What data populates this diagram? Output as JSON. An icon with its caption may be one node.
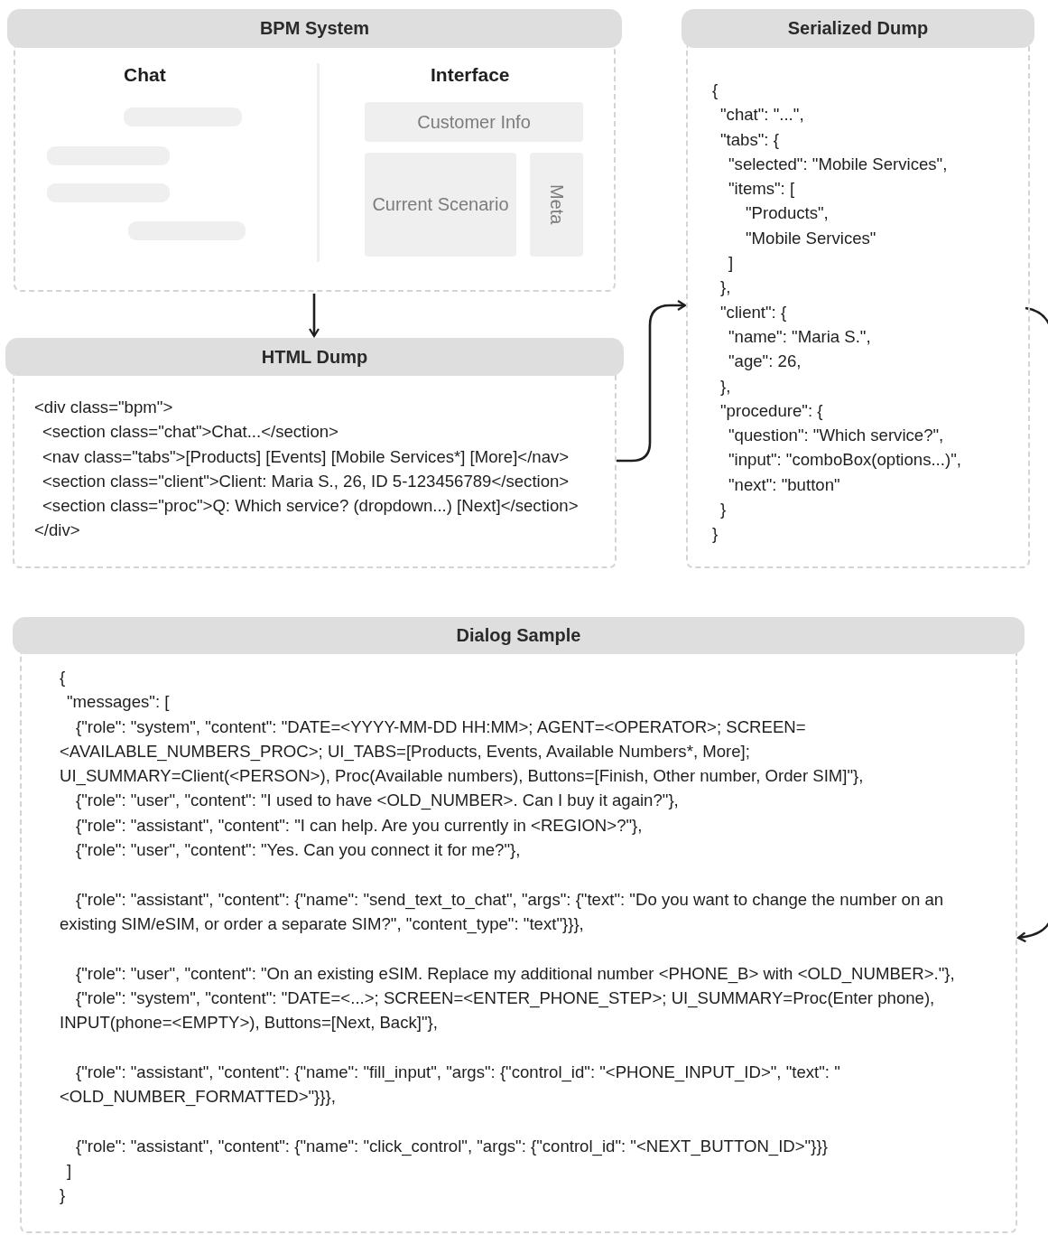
{
  "diagram": {
    "nodes": [
      {
        "text": [
          "BPM System"
        ]
      },
      {
        "text": [],
        "shape": "bar",
        "in": 0
      },
      {
        "text": [],
        "shape": "bar",
        "in": 0
      },
      {
        "text": [],
        "shape": "bar",
        "in": 0
      },
      {
        "text": [],
        "shape": "bar",
        "in": 0
      },
      {
        "text": [
          "Customer Info"
        ],
        "in": 0
      },
      {
        "text": [
          "Current Scenario"
        ],
        "in": 0
      },
      {
        "text": [
          "Meta"
        ],
        "in": 0
      },
      {
        "text": [
          "HTML Dump",
          "<div class=\"bpm\">",
          "<section class=\"chat\">Chat...</section>",
          "<nav class=\"tabs\">[Products] [Events] [Mobile Services*] [More]</nav>",
          "<section class=\"client\">Client: Maria S., 26, ID 5-123456789</section>",
          "<section class=\"proc\">Q: Which service? (dropdown...) [Next]</section>",
          "</div>"
        ]
      },
      {
        "text": [
          "Serialized Dump",
          "{",
          "\"chat\": \"...\",",
          "\"tabs\": {",
          "\"selected\": \"Mobile Services\",",
          "\"items\": [",
          "\"Products\",",
          "\"Mobile Services\"",
          "]",
          "},",
          "\"client\": {",
          "\"name\": \"Maria S.\",",
          "\"age\": 26,",
          "},",
          "\"procedure\": {",
          "\"question\": \"Which service?\",",
          "\"input\": \"comboBox(options...)\",",
          "\"next\": \"button\"",
          "}",
          "}"
        ]
      },
      {
        "text": [
          "Dialog Sample",
          "{",
          "\"messages\": [",
          "{\"role\": \"system\", \"content\": \"DATE=<YYYY-MM-DD HH:MM>; AGENT=<OPERATOR>; SCREEN=<AVAILABLE_NUMBERS_PROC>; UI_TABS=[Products, Events, Available Numbers*, More]; UI_SUMMARY=Client(<PERSON>), Proc(Available numbers), Buttons=[Finish, Other number, Order SIM]\"},",
          "{\"role\": \"user\", \"content\": \"I used to have <OLD_NUMBER>. Can I buy it again?\"},",
          "{\"role\": \"assistant\", \"content\": \"I can help. Are you currently in <REGION>?\"},",
          "{\"role\": \"user\", \"content\": \"Yes. Can you connect it for me?\"},",
          "{\"role\": \"assistant\", \"content\": {\"name\": \"send_text_to_chat\", \"args\": {\"text\": \"Do you want to change the number on an existing SIM/eSIM, or order a separate SIM?\", \"content_type\": \"text\"}}},",
          "{\"role\": \"user\", \"content\": \"On an existing eSIM. Replace my additional number <PHONE_B> with <OLD_NUMBER>.\"},",
          "{\"role\": \"system\", \"content\": \"DATE=<...>; SCREEN=<ENTER_PHONE_STEP>; UI_SUMMARY=Proc(Enter phone), INPUT(phone=<EMPTY>), Buttons=[Next, Back]\"},",
          "{\"role\": \"assistant\", \"content\": {\"name\": \"fill_input\", \"args\": {\"control_id\": \"<PHONE_INPUT_ID>\", \"text\": \"<OLD_NUMBER_FORMATTED>\"}}},",
          "{\"role\": \"assistant\", \"content\": {\"name\": \"click_control\", \"args\": {\"control_id\": \"<NEXT_BUTTON_ID>\"}}}",
          "]",
          "}"
        ]
      }
    ],
    "edges": [
      {
        "from": 0,
        "to": 8,
        "arrow": "to"
      },
      {
        "from": 8,
        "to": 9,
        "arrow": "to"
      },
      {
        "from": 9,
        "to": 10,
        "arrow": "to"
      }
    ],
    "labels": [
      "Chat",
      "Interface"
    ]
  }
}
